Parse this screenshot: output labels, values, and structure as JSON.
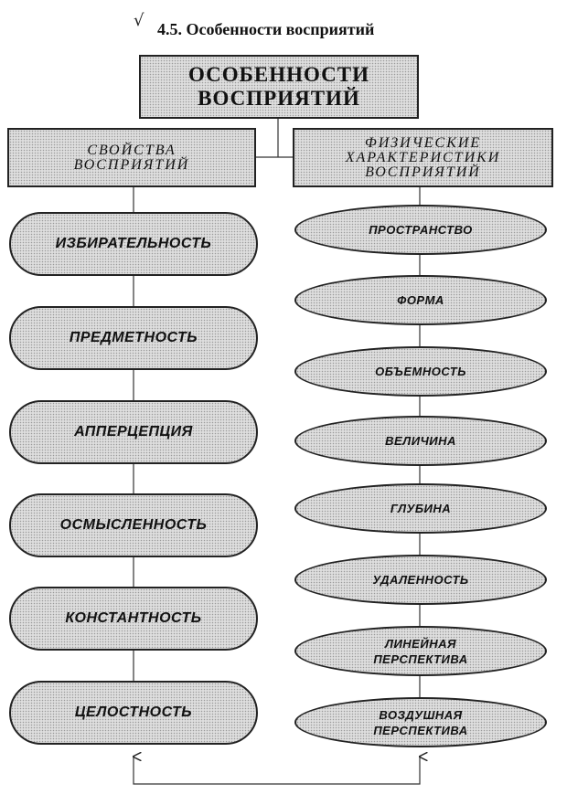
{
  "heading": {
    "title": "4.5. Особенности восприятий"
  },
  "diagram": {
    "root": {
      "lines": [
        "ОСОБЕННОСТИ",
        "ВОСПРИЯТИЙ"
      ]
    },
    "left_branch": {
      "lines": [
        "СВОЙСТВА",
        "ВОСПРИЯТИЙ"
      ],
      "items": [
        "ИЗБИРАТЕЛЬНОСТЬ",
        "ПРЕДМЕТНОСТЬ",
        "АППЕРЦЕПЦИЯ",
        "ОСМЫСЛЕННОСТЬ",
        "КОНСТАНТНОСТЬ",
        "ЦЕЛОСТНОСТЬ"
      ]
    },
    "right_branch": {
      "lines": [
        "ФИЗИЧЕСКИЕ",
        "ХАРАКТЕРИСТИКИ",
        "ВОСПРИЯТИЙ"
      ],
      "items": [
        {
          "lines": [
            "ПРОСТРАНСТВО"
          ]
        },
        {
          "lines": [
            "ФОРМА"
          ]
        },
        {
          "lines": [
            "ОБЪЕМНОСТЬ"
          ]
        },
        {
          "lines": [
            "ВЕЛИЧИНА"
          ]
        },
        {
          "lines": [
            "ГЛУБИНА"
          ]
        },
        {
          "lines": [
            "УДАЛЕННОСТЬ"
          ]
        },
        {
          "lines": [
            "ЛИНЕЙНАЯ",
            "ПЕРСПЕКТИВА"
          ]
        },
        {
          "lines": [
            "ВОЗДУШНАЯ",
            "ПЕРСПЕКТИВА"
          ]
        }
      ]
    }
  }
}
